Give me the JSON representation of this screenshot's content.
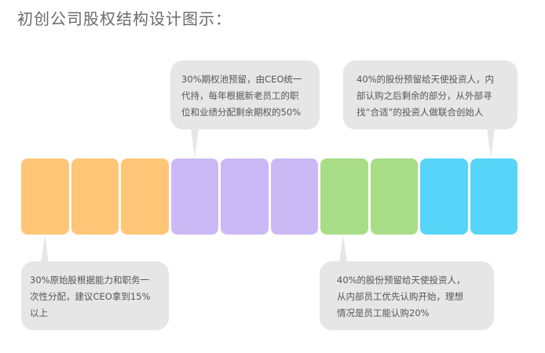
{
  "title": "初创公司股权结构设计图示：",
  "colors": {
    "orange": "#ffc677",
    "purple": "#cbb9f5",
    "green": "#a9dc86",
    "blue": "#57d5f8",
    "bubble": "#e6e6e6"
  },
  "blocks": [
    "orange",
    "orange",
    "orange",
    "purple",
    "purple",
    "purple",
    "green",
    "green",
    "blue",
    "blue"
  ],
  "notes": {
    "option_pool": [
      "30%期权池预留，由CEO统一",
      "代持，每年根据新老员工的职",
      "位和业绩分配剩余期权的50%"
    ],
    "angel_external": [
      "40%的股份预留给天使投资人，内",
      "部认购之后剩余的部分，从外部寻",
      "找“合适”的投资人做联合创始人"
    ],
    "founders": [
      "30%原始股根据能力和职务一",
      "次性分配，建议CEO拿到15%",
      "以上"
    ],
    "angel_internal": [
      "40%的股份预留给天使投资人，",
      "从内部员工优先认购开始，理想",
      "情况是员工能认购20%"
    ]
  }
}
